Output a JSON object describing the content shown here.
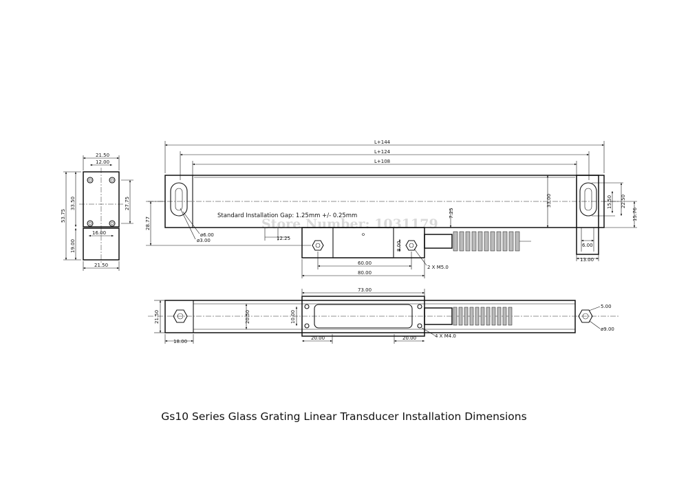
{
  "caption": "Gs10  Series Glass Grating Linear Transducer Installation Dimensions",
  "watermark": "Store Number: 1031179",
  "installation_note": "Standard  Installation  Gap: 1.25mm  +/- 0.25mm",
  "overall_lengths": [
    "L+144",
    "L+124",
    "L+108"
  ],
  "end_view": {
    "top_width": "21.50",
    "hole_spacing": "12.00",
    "total_height": "53.75",
    "upper_height": "33.50",
    "hole_height": "27.75",
    "lower_height": "19.00",
    "lower_width": "16.00",
    "bottom_width": "21.50"
  },
  "front_view": {
    "body_height": "33.00",
    "offset_height": "28.77",
    "gap_offset": "12.25",
    "reader_offset": "7.25",
    "hole_d1": "ø6.00",
    "hole_d2": "ø3.00",
    "reader_hole_spacing": "60.00",
    "reader_width": "80.00",
    "reader_height": "8.00",
    "reader_screws": "2 X M5.0",
    "slot_height": "15.50",
    "bracket_height": "22.50",
    "bracket_total": "15.76",
    "bracket_slot_width": "6.00",
    "bracket_width": "13.00"
  },
  "bottom_view": {
    "height": "21.50",
    "body_height": "20.50",
    "reader_length": "73.00",
    "reader_thickness": "10.00",
    "end_length": "18.00",
    "left_screw_offset": "20.00",
    "right_screw_offset": "20.00",
    "reader_screws": "4 X M4.0",
    "end_hole_small": "5.00",
    "end_hole_large": "ø9.00"
  }
}
